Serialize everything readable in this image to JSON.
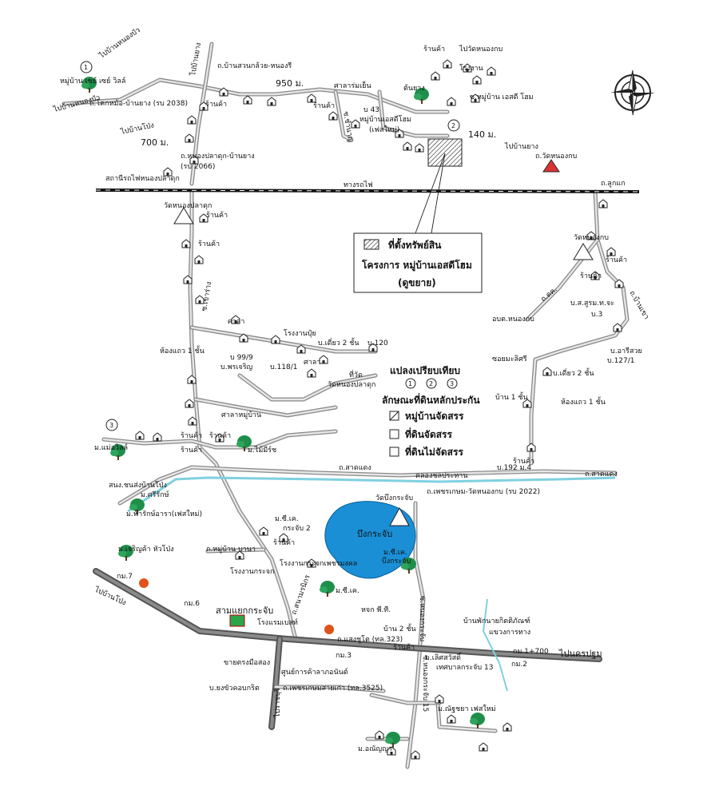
{
  "map": {
    "compass": {
      "north_label": "N"
    },
    "distances": {
      "d950": "950 ม.",
      "d700": "700 ม.",
      "d140": "140 ม."
    },
    "markers": {
      "m1": "1",
      "m2": "2",
      "m3": "3"
    },
    "legend_main": {
      "line1": "ที่ตั้งทรัพย์สิน",
      "line2": "โครงการ หมู่บ้านเอสดีโฮม",
      "line3": "(ดูขยาย)"
    },
    "legend_compare": {
      "title": "แปลงเปรียบเทียบ",
      "markers": [
        "1",
        "2",
        "3"
      ],
      "subtitle": "ลักษณะที่ดินหลักประกัน",
      "items": [
        "หมู่บ้านจัดสรร",
        "ที่ดินจัดสรร",
        "ที่ดินไม่จัดสรร"
      ]
    },
    "labels": {
      "to_nongbua": "ไปบ้านหนองบัว",
      "village1": "หมู่บ้าน เซย์ เซย์ วิลล์",
      "to_nongbua2": "ไปบ้านหนองบัว",
      "road_krokmuang": "ถ.โคกหม้อ-บ้านยาง (รบ 2038)",
      "to_banpong": "ไปบ้านโป่ง",
      "road_nongpla": "ถ.หนองปลาดุก-บ้านยาง",
      "road_nongpla2": "(รบ 2066)",
      "to_banyang": "ไปบ้านยาง",
      "road_suankluay": "ถ.บ้านสวนกล้วย-หนองรี",
      "shrine": "ศาลาร่มเย็น",
      "shop1": "ร้านค้า",
      "shop2": "ร้านค้า",
      "shop3": "ร้านค้า",
      "soi_chamnan": "ซ.ชำนาญ",
      "bldg_43": "บ 43",
      "village_sd": "หมู่บ้านเอสดีโฮม",
      "phase_new": "(เฟสใหม่)",
      "tree_label": "ต้นยาง",
      "to_wat_nongkob": "ไปวัดหนองกบ",
      "factory": "โรงงาน",
      "soi_sd": "ซ.หมู่บ้าน เอสดี โฮม",
      "to_banyang2": "ไปบ้านยาง",
      "wat_nongkob_road": "ถ.วัดหนองกบ",
      "station": "สถานีรถไฟหนองปลาดุก",
      "railway": "ทางรถไฟ",
      "road_lukkaeng": "ถ.ลูกแก",
      "wat_nongpladuk": "วัดหนองปลาดุก",
      "shop_a": "ร้านค้า",
      "shop_b": "ร้านค้า",
      "wat_nongkob": "วัดหนองกบ",
      "shop_c": "ร้านค้า",
      "shop_d": "ร้านค้า",
      "road_dn": "ถ.ดค.",
      "road_bankhao": "ถ.บ้านเขา",
      "bldg_soon": "บ.ส.สูรม.ท.จะ",
      "bldg_3": "บ.3",
      "obt_nongkob": "อบต.หนองกบ",
      "soi_malisri": "ซอยมะลิศรี",
      "bldg_aree": "บ.อารีสวย",
      "bldg_127": "บ.127/1",
      "bldg_2floor_r": "บ.เดี่ยว 2 ชั้น",
      "house_1floor": "บ้าน 1 ชั้น",
      "row_1floor": "ห้องแถว 1 ชั้น",
      "soi_khaorang": "ซ.เขาร่าง",
      "shala": "ศาลา",
      "factory2": "โรงงานปุ๋ย",
      "bldg_2floor": "บ.เดี่ยว 2 ชั้น",
      "bldg_120": "บ.120",
      "row_1floor_l": "ห้องแถว 1 ชั้น",
      "bldg_999": "บ 99/9",
      "bldg_prayoon": "บ.พรเจริญ",
      "bldg_118": "บ.118/1",
      "shala2": "ศาลา",
      "wat_label": "ที่วัด",
      "wat_nongpladuk2": "วัดหนองปลาดุก",
      "shala_village": "ศาลาหมู่บ้าน",
      "village_mae": "ม.แม่อวิลล์",
      "shop_e": "ร้านค้า",
      "shop_f": "ร้านค้า",
      "shop_g": "ร้านค้า",
      "village_maimee": "ม.ไม้มีร์ช",
      "shop_h": "ร้านค้า",
      "bldg_192": "บ.192 ม.4",
      "road_sadaeng": "ถ.สาดแดง",
      "canal": "คลองชลประทาน",
      "road_sadaeng2": "ถ.สาดแดง",
      "obt_chonrat": "สนง.ชนส่งบ้านโป่ง",
      "village_sriruk": "ม.ศรีรักษ์",
      "village_fah": "ม.ฟ้ารักษ์อารา(เฟสใหม่)",
      "wat_bongkra": "วัดบึงกระจับ",
      "road_petch": "ถ.เพชรเกษม-วัดหนองกบ (รบ 2022)",
      "lake": "บึงกระจับ",
      "village_sk": "ม.ซี.เค.",
      "village_sk2": "กระจับ 2",
      "village_charoen": "ม.เจริญค้า หัวโป่ง",
      "shop_i": "ร้านค้า",
      "road_muban": "ถ.หมู่บ้าน บานา",
      "village_sk3": "ม.ซี.เค.",
      "village_sk4": "บึงกระจับ",
      "km7": "กม.7",
      "factory_glass": "โรงงานกระจก",
      "factory_glass2": "โรงงานกระจกเพชรมงคล",
      "to_banpong2": "ไปบ้านโป่ง",
      "village_sk5": "ม.ซี.เค.",
      "km6": "กม.6",
      "sam_yaek": "สามแยกกระจับ",
      "hotel": "โรงแรมเบสท์",
      "road_sanburi": "ถ.สนามรนิกร",
      "intersection": "หจก พี.ที.",
      "road_saengchuto": "ถ.แสงชูโต (ทล.323)",
      "soi_nongkrachap": "ซ.หนองกระจับ",
      "house_2floor": "บ้าน 2 ชั้น",
      "pumping": "บ้านพักนายกิตติภัณฑ์",
      "highway_office": "แขวงการทาง",
      "to_nakhonpathom": "ไปนครปฐม",
      "km1700": "กม.1+700",
      "km2": "กม.2",
      "km3": "กม.3",
      "shop_row": "ร้านค้า",
      "village_lerm": "ม.เลิศสวัสดิ์",
      "market": "ขายตรงมือสอง",
      "shopping": "ศูนย์การค้าลาภอนันต์",
      "municipality": "เทศบาลกระจับ 13",
      "road_petch_old": "ถ.เพชรเกษมสายเก่า (ทล.3525)",
      "village_yongkwa": "บ.ยงขัวคอบกริต",
      "to_ratchaburi": "ไปราชบุรี",
      "soi_nongkrachap15": "ซ.หนองกระจับ 15",
      "village_nanchaya": "ม.ณัฐชยา เฟสใหม่",
      "village_anchan": "ม.อณัญญา"
    }
  }
}
